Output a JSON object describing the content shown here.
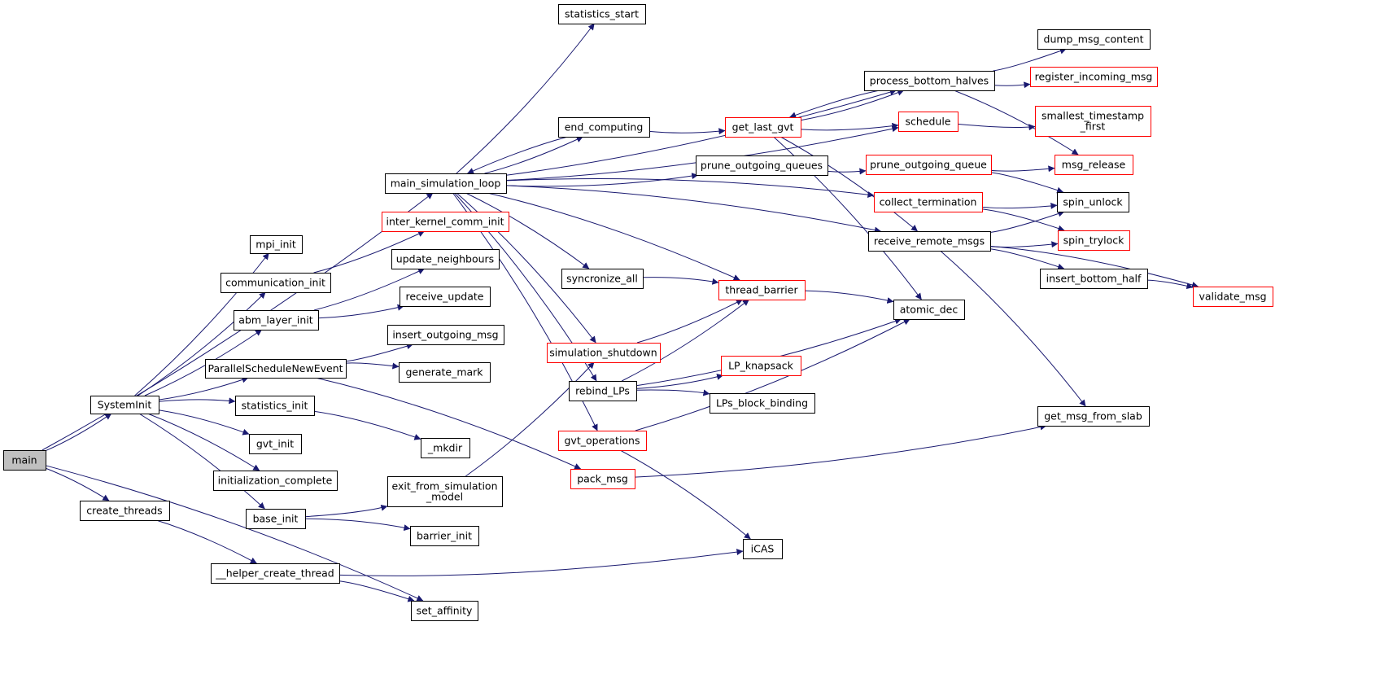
{
  "colors": {
    "edge": "#191970",
    "node_border": "#000000",
    "node_border_truncated": "#ff0000",
    "root_fill": "#bfbfbf",
    "node_fill": "#ffffff"
  },
  "diagram": {
    "type": "call-graph",
    "nodes": [
      {
        "id": "main",
        "lines": [
          "main"
        ],
        "root": true
      },
      {
        "id": "SystemInit",
        "lines": [
          "SystemInit"
        ]
      },
      {
        "id": "create_threads",
        "lines": [
          "create_threads"
        ]
      },
      {
        "id": "main_simulation_loop",
        "lines": [
          "main_simulation_loop"
        ]
      },
      {
        "id": "mpi_init",
        "lines": [
          "mpi_init"
        ]
      },
      {
        "id": "communication_init",
        "lines": [
          "communication_init"
        ]
      },
      {
        "id": "abm_layer_init",
        "lines": [
          "abm_layer_init"
        ]
      },
      {
        "id": "ParallelScheduleNewEvent",
        "lines": [
          "ParallelScheduleNewEvent"
        ]
      },
      {
        "id": "statistics_init",
        "lines": [
          "statistics_init"
        ]
      },
      {
        "id": "gvt_init",
        "lines": [
          "gvt_init"
        ]
      },
      {
        "id": "initialization_complete",
        "lines": [
          "initialization_complete"
        ]
      },
      {
        "id": "base_init",
        "lines": [
          "base_init"
        ]
      },
      {
        "id": "__helper_create_thread",
        "lines": [
          "__helper_create_thread"
        ]
      },
      {
        "id": "set_affinity",
        "lines": [
          "set_affinity"
        ]
      },
      {
        "id": "inter_kernel_comm_init",
        "lines": [
          "inter_kernel_comm_init"
        ],
        "truncated": true
      },
      {
        "id": "update_neighbours",
        "lines": [
          "update_neighbours"
        ]
      },
      {
        "id": "receive_update",
        "lines": [
          "receive_update"
        ]
      },
      {
        "id": "insert_outgoing_msg",
        "lines": [
          "insert_outgoing_msg"
        ]
      },
      {
        "id": "generate_mark",
        "lines": [
          "generate_mark"
        ]
      },
      {
        "id": "_mkdir",
        "lines": [
          "_mkdir"
        ]
      },
      {
        "id": "exit_from_simulation_model",
        "lines": [
          "exit_from_simulation",
          "_model"
        ]
      },
      {
        "id": "barrier_init",
        "lines": [
          "barrier_init"
        ]
      },
      {
        "id": "statistics_start",
        "lines": [
          "statistics_start"
        ]
      },
      {
        "id": "end_computing",
        "lines": [
          "end_computing"
        ]
      },
      {
        "id": "prune_outgoing_queues",
        "lines": [
          "prune_outgoing_queues"
        ]
      },
      {
        "id": "syncronize_all",
        "lines": [
          "syncronize_all"
        ]
      },
      {
        "id": "simulation_shutdown",
        "lines": [
          "simulation_shutdown"
        ],
        "truncated": true
      },
      {
        "id": "rebind_LPs",
        "lines": [
          "rebind_LPs"
        ]
      },
      {
        "id": "gvt_operations",
        "lines": [
          "gvt_operations"
        ],
        "truncated": true
      },
      {
        "id": "pack_msg",
        "lines": [
          "pack_msg"
        ],
        "truncated": true
      },
      {
        "id": "get_last_gvt",
        "lines": [
          "get_last_gvt"
        ],
        "truncated": true
      },
      {
        "id": "thread_barrier",
        "lines": [
          "thread_barrier"
        ],
        "truncated": true
      },
      {
        "id": "LP_knapsack",
        "lines": [
          "LP_knapsack"
        ],
        "truncated": true
      },
      {
        "id": "LPs_block_binding",
        "lines": [
          "LPs_block_binding"
        ]
      },
      {
        "id": "process_bottom_halves",
        "lines": [
          "process_bottom_halves"
        ]
      },
      {
        "id": "schedule",
        "lines": [
          "schedule"
        ],
        "truncated": true
      },
      {
        "id": "prune_outgoing_queue",
        "lines": [
          "prune_outgoing_queue"
        ],
        "truncated": true
      },
      {
        "id": "collect_termination",
        "lines": [
          "collect_termination"
        ],
        "truncated": true
      },
      {
        "id": "receive_remote_msgs",
        "lines": [
          "receive_remote_msgs"
        ]
      },
      {
        "id": "atomic_dec",
        "lines": [
          "atomic_dec"
        ]
      },
      {
        "id": "iCAS",
        "lines": [
          "iCAS"
        ]
      },
      {
        "id": "dump_msg_content",
        "lines": [
          "dump_msg_content"
        ]
      },
      {
        "id": "register_incoming_msg",
        "lines": [
          "register_incoming_msg"
        ],
        "truncated": true
      },
      {
        "id": "smallest_timestamp_first",
        "lines": [
          "smallest_timestamp",
          "_first"
        ],
        "truncated": true
      },
      {
        "id": "msg_release",
        "lines": [
          "msg_release"
        ],
        "truncated": true
      },
      {
        "id": "spin_unlock",
        "lines": [
          "spin_unlock"
        ]
      },
      {
        "id": "spin_trylock",
        "lines": [
          "spin_trylock"
        ],
        "truncated": true
      },
      {
        "id": "insert_bottom_half",
        "lines": [
          "insert_bottom_half"
        ]
      },
      {
        "id": "get_msg_from_slab",
        "lines": [
          "get_msg_from_slab"
        ]
      },
      {
        "id": "validate_msg",
        "lines": [
          "validate_msg"
        ],
        "truncated": true
      }
    ],
    "edges": [
      [
        "main",
        "main_simulation_loop"
      ],
      [
        "main",
        "SystemInit"
      ],
      [
        "main",
        "create_threads"
      ],
      [
        "main",
        "set_affinity"
      ],
      [
        "SystemInit",
        "mpi_init"
      ],
      [
        "SystemInit",
        "communication_init"
      ],
      [
        "SystemInit",
        "abm_layer_init"
      ],
      [
        "SystemInit",
        "ParallelScheduleNewEvent"
      ],
      [
        "SystemInit",
        "statistics_init"
      ],
      [
        "SystemInit",
        "gvt_init"
      ],
      [
        "SystemInit",
        "initialization_complete"
      ],
      [
        "SystemInit",
        "base_init"
      ],
      [
        "create_threads",
        "__helper_create_thread"
      ],
      [
        "__helper_create_thread",
        "set_affinity"
      ],
      [
        "__helper_create_thread",
        "iCAS"
      ],
      [
        "communication_init",
        "inter_kernel_comm_init"
      ],
      [
        "abm_layer_init",
        "update_neighbours"
      ],
      [
        "abm_layer_init",
        "receive_update"
      ],
      [
        "ParallelScheduleNewEvent",
        "insert_outgoing_msg"
      ],
      [
        "ParallelScheduleNewEvent",
        "generate_mark"
      ],
      [
        "ParallelScheduleNewEvent",
        "pack_msg"
      ],
      [
        "statistics_init",
        "_mkdir"
      ],
      [
        "base_init",
        "exit_from_simulation_model"
      ],
      [
        "base_init",
        "barrier_init"
      ],
      [
        "exit_from_simulation_model",
        "simulation_shutdown"
      ],
      [
        "main_simulation_loop",
        "statistics_start"
      ],
      [
        "main_simulation_loop",
        "end_computing"
      ],
      [
        "main_simulation_loop",
        "process_bottom_halves"
      ],
      [
        "main_simulation_loop",
        "schedule"
      ],
      [
        "main_simulation_loop",
        "prune_outgoing_queues"
      ],
      [
        "main_simulation_loop",
        "collect_termination"
      ],
      [
        "main_simulation_loop",
        "receive_remote_msgs"
      ],
      [
        "main_simulation_loop",
        "syncronize_all"
      ],
      [
        "main_simulation_loop",
        "thread_barrier"
      ],
      [
        "main_simulation_loop",
        "simulation_shutdown"
      ],
      [
        "main_simulation_loop",
        "rebind_LPs"
      ],
      [
        "main_simulation_loop",
        "gvt_operations"
      ],
      [
        "end_computing",
        "main_simulation_loop"
      ],
      [
        "end_computing",
        "get_last_gvt"
      ],
      [
        "syncronize_all",
        "thread_barrier"
      ],
      [
        "simulation_shutdown",
        "thread_barrier"
      ],
      [
        "rebind_LPs",
        "thread_barrier"
      ],
      [
        "rebind_LPs",
        "atomic_dec"
      ],
      [
        "rebind_LPs",
        "LP_knapsack"
      ],
      [
        "rebind_LPs",
        "LPs_block_binding"
      ],
      [
        "gvt_operations",
        "atomic_dec"
      ],
      [
        "gvt_operations",
        "iCAS"
      ],
      [
        "pack_msg",
        "get_msg_from_slab"
      ],
      [
        "thread_barrier",
        "atomic_dec"
      ],
      [
        "get_last_gvt",
        "process_bottom_halves"
      ],
      [
        "get_last_gvt",
        "schedule"
      ],
      [
        "get_last_gvt",
        "receive_remote_msgs"
      ],
      [
        "get_last_gvt",
        "atomic_dec"
      ],
      [
        "process_bottom_halves",
        "get_last_gvt"
      ],
      [
        "process_bottom_halves",
        "dump_msg_content"
      ],
      [
        "process_bottom_halves",
        "register_incoming_msg"
      ],
      [
        "process_bottom_halves",
        "msg_release"
      ],
      [
        "schedule",
        "smallest_timestamp_first"
      ],
      [
        "prune_outgoing_queues",
        "prune_outgoing_queue"
      ],
      [
        "prune_outgoing_queue",
        "msg_release"
      ],
      [
        "prune_outgoing_queue",
        "spin_unlock"
      ],
      [
        "collect_termination",
        "spin_unlock"
      ],
      [
        "collect_termination",
        "spin_trylock"
      ],
      [
        "receive_remote_msgs",
        "spin_unlock"
      ],
      [
        "receive_remote_msgs",
        "spin_trylock"
      ],
      [
        "receive_remote_msgs",
        "insert_bottom_half"
      ],
      [
        "receive_remote_msgs",
        "validate_msg"
      ],
      [
        "receive_remote_msgs",
        "get_msg_from_slab"
      ],
      [
        "insert_bottom_half",
        "validate_msg"
      ]
    ]
  }
}
